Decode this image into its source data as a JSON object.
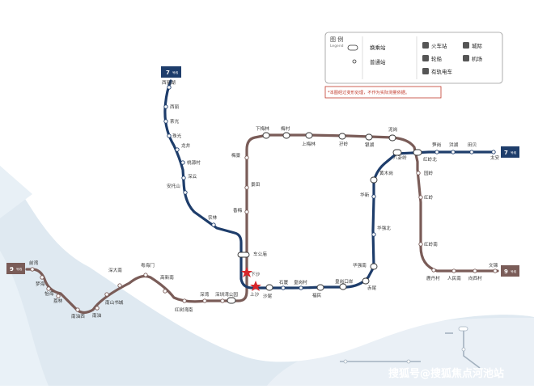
{
  "colors": {
    "line7": "#1e3d6b",
    "line9": "#7a5c58",
    "sea": "#dfe9f1",
    "station_fill": "#ffffff",
    "interchange_star": "#d7262b",
    "note_text": "#c0392b"
  },
  "legend": {
    "title": "图 例",
    "subtitle": "Legend",
    "interchange": "换乘站",
    "regular": "普通站",
    "train_station": "火车站",
    "intercity": "城际",
    "ferry": "轮船",
    "airport": "机场",
    "tram": "有轨电车",
    "note": "*本图经过变形处理，不作为实际测量依据。"
  },
  "lines": {
    "line7": {
      "label": "7",
      "sub": "号线"
    },
    "line9": {
      "label": "9",
      "sub": "号线"
    }
  },
  "stations": {
    "xilihu": "西丽湖",
    "xili": "西丽",
    "chaguang": "茶光",
    "zhuguang": "珠光",
    "longjing": "龙井",
    "taoyuancun": "桃源村",
    "shenyun": "深云",
    "anto": "安托山",
    "nonglin": "农林",
    "chegongmiao": "车公庙",
    "shangsha": "上沙",
    "xiasha": "下沙",
    "shatou": "沙尾",
    "shixia": "石厦",
    "huangganghou": "皇岗村",
    "futian_kou": "福民",
    "huanggangkouan": "皇岗口岸",
    "chiwei": "赤尾",
    "huaqiangnan": "华强南",
    "huaqiangbei": "华强北",
    "huaxin": "华新",
    "huangmugang": "黄木岗",
    "bagualing": "八卦岭",
    "honglingbei": "红岭北",
    "sungang": "笋岗",
    "honggang": "洪湖",
    "tianbei": "田贝",
    "taian": "太安",
    "yuanling": "园岭",
    "hongling": "红岭",
    "honglingnan": "红岭南",
    "lujiangnan": "鹿丹村",
    "renminnan": "人民南",
    "xiangxinan": "向西村",
    "wenjin": "文锦",
    "xiameilin": "下梅林",
    "meicun": "梅村",
    "shangmeilin": "上梅林",
    "xiancun": "孖岭",
    "yinhu": "银湖",
    "nihang": "泥岗",
    "meijing": "梅景",
    "jinglu": "景田",
    "xiangmi": "香梅",
    "qianwan": "前湾",
    "mengzhou": "梦海",
    "yiwan": "怡海",
    "lilin": "荔林",
    "nanyouxi": "南油西",
    "nanyou": "南油",
    "nanshanshucheng": "南山书城",
    "shenda": "深大南",
    "yuehai": "粤海门",
    "gaoxinnan": "高新南",
    "hongshuwan": "红树湾南",
    "shenwan": "深湾",
    "shenzhenwan": "深圳湾公园",
    "xiashahou": "下沙"
  },
  "watermark": "搜狐号@搜狐焦点河池站"
}
